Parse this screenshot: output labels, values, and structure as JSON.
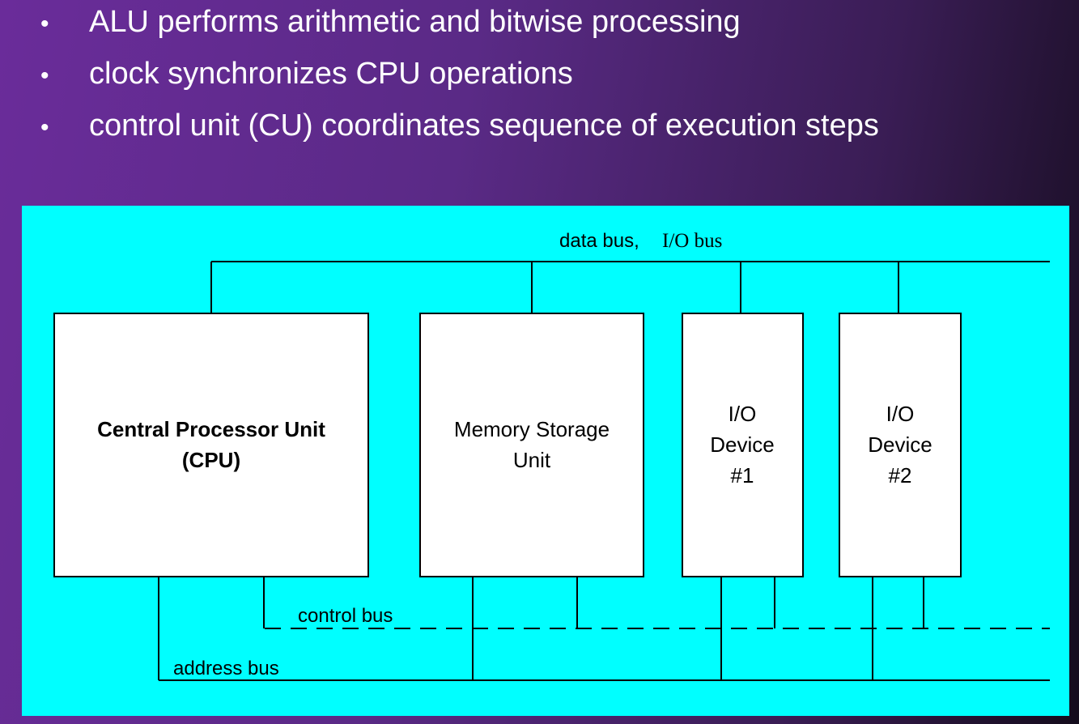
{
  "slide": {
    "bullets": [
      "ALU performs arithmetic and bitwise processing",
      "clock synchronizes CPU operations",
      "control unit (CU) coordinates sequence of execution steps"
    ]
  },
  "diagram": {
    "data_bus_label_sans": "data bus,",
    "data_bus_label_serif": "I/O bus",
    "control_bus_label": "control bus",
    "address_bus_label": "address bus",
    "cpu": {
      "line1": "Central Processor Unit",
      "line2": "(CPU)"
    },
    "memory": {
      "line1": "Memory Storage",
      "line2": "Unit"
    },
    "io1": {
      "line1": "I/O",
      "line2": "Device",
      "line3": "#1"
    },
    "io2": {
      "line1": "I/O",
      "line2": "Device",
      "line3": "#2"
    }
  },
  "colors": {
    "panel": "#00ffff",
    "bullet_text": "#ffffff",
    "gradient_start": "#6a2c9a",
    "gradient_end": "#140c1c"
  }
}
